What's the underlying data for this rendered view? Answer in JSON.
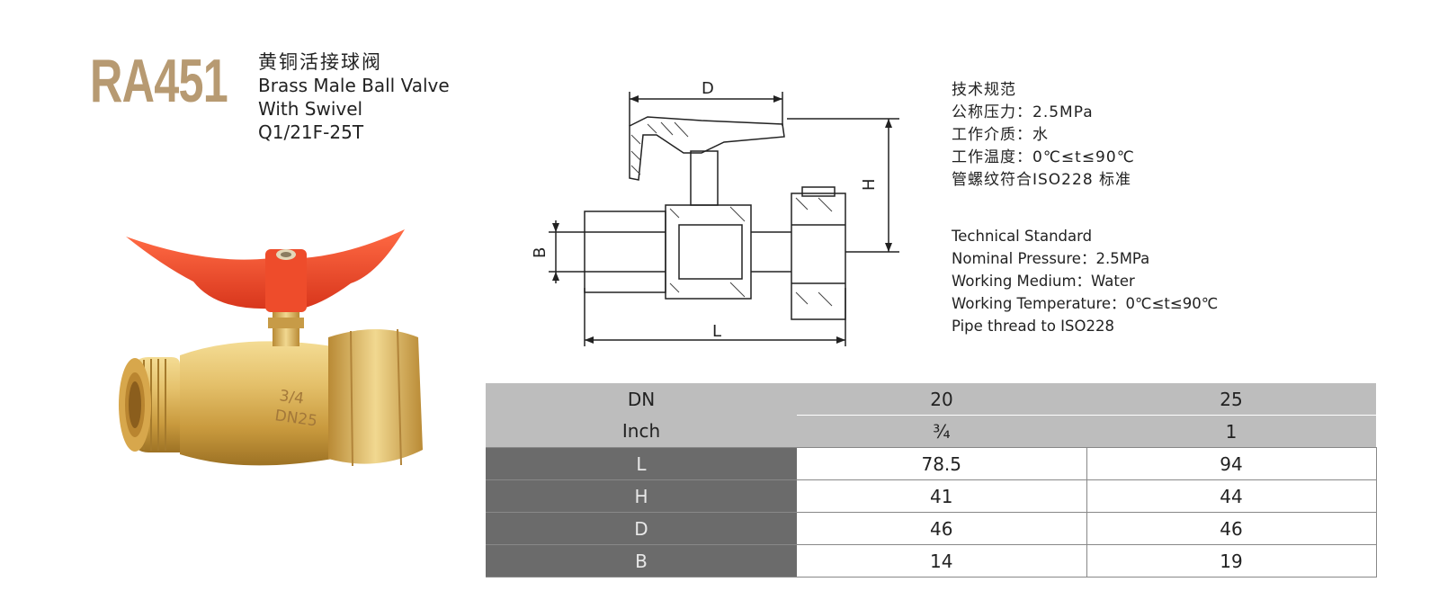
{
  "product": {
    "code": "RA451",
    "title_cn": "黄铜活接球阀",
    "title_en_line1": "Brass Male Ball Valve",
    "title_en_line2": "With Swivel",
    "standard_code": "Q1/21F-25T"
  },
  "drawing": {
    "label_d": "D",
    "label_h": "H",
    "label_b": "B",
    "label_l": "L"
  },
  "spec_cn": {
    "heading": "技术规范",
    "pressure": "公称压力：2.5MPa",
    "medium": "工作介质：水",
    "temperature": "工作温度：0℃≤t≤90℃",
    "thread": "管螺纹符合ISO228 标准"
  },
  "spec_en": {
    "heading": "Technical Standard",
    "pressure": "Nominal Pressure：2.5MPa",
    "medium": "Working Medium：Water",
    "temperature": "Working Temperature：0℃≤t≤90℃",
    "thread": "Pipe thread to ISO228"
  },
  "table": {
    "header_rows": [
      {
        "label": "DN",
        "values": [
          "20",
          "25"
        ]
      },
      {
        "label": "Inch",
        "values": [
          "¾",
          "1"
        ]
      }
    ],
    "rows": [
      {
        "label": "L",
        "values": [
          "78.5",
          "94"
        ]
      },
      {
        "label": "H",
        "values": [
          "41",
          "44"
        ]
      },
      {
        "label": "D",
        "values": [
          "46",
          "46"
        ]
      },
      {
        "label": "B",
        "values": [
          "14",
          "19"
        ]
      }
    ]
  },
  "colors": {
    "brand_tan": "#b79a72",
    "handle_red": "#e8482a",
    "brass": "#d9b45a",
    "table_header": "#bdbdbd",
    "table_label": "#6b6b6b"
  }
}
